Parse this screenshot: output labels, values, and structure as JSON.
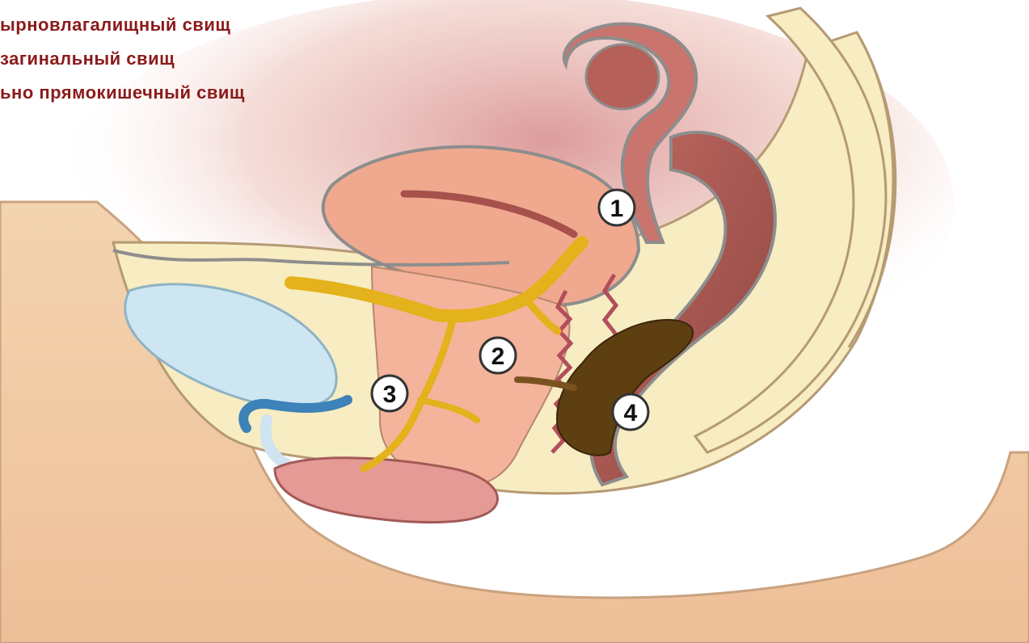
{
  "legend": {
    "items": [
      "",
      "ырновлагалищный свищ",
      "загинальный свищ",
      "ьно прямокишечный свищ"
    ]
  },
  "markers": [
    "1",
    "2",
    "3",
    "4"
  ],
  "colors": {
    "skin": "#f5d7b3",
    "skin_outline": "#c9a27f",
    "bone_cream": "#f8eec3",
    "uterus": "#f0a98e",
    "rectum_dark": "#a85b52",
    "bladder": "#cde6f2",
    "fistula_yellow": "#e3b21c",
    "feces": "#5e3f12",
    "labia": "#e59a96",
    "legend_text": "#8b1a1a"
  }
}
